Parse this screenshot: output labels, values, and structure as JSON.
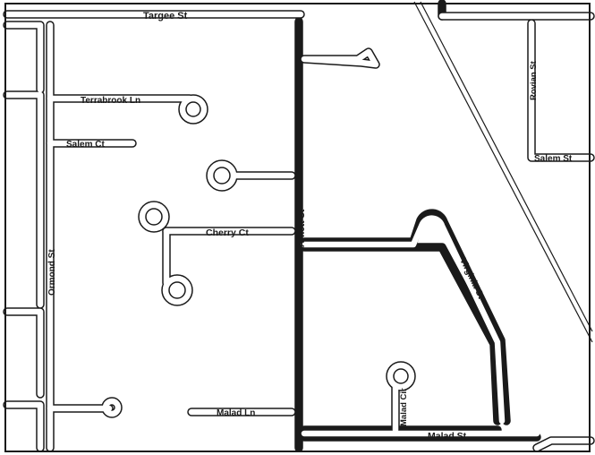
{
  "map": {
    "colors": {
      "background": "#ffffff",
      "road_outline": "#1a1a1a",
      "highlight": "#ffff33"
    },
    "highlighted_street": "Arnett St",
    "labels": {
      "targee": "Targee St",
      "terrabrook": "Terrabrook Ln",
      "salem_ct": "Salem Ct",
      "cherry": "Cherry Ct",
      "arnett": "Arnett St",
      "ormond": "Ormond St",
      "malad_ln": "Malad Ln",
      "malad_cir": "Malad Cir",
      "malad_st": "Malad St",
      "virginia": "Virginia St",
      "rovian": "Rovian St",
      "salem_st": "Salem St"
    }
  }
}
